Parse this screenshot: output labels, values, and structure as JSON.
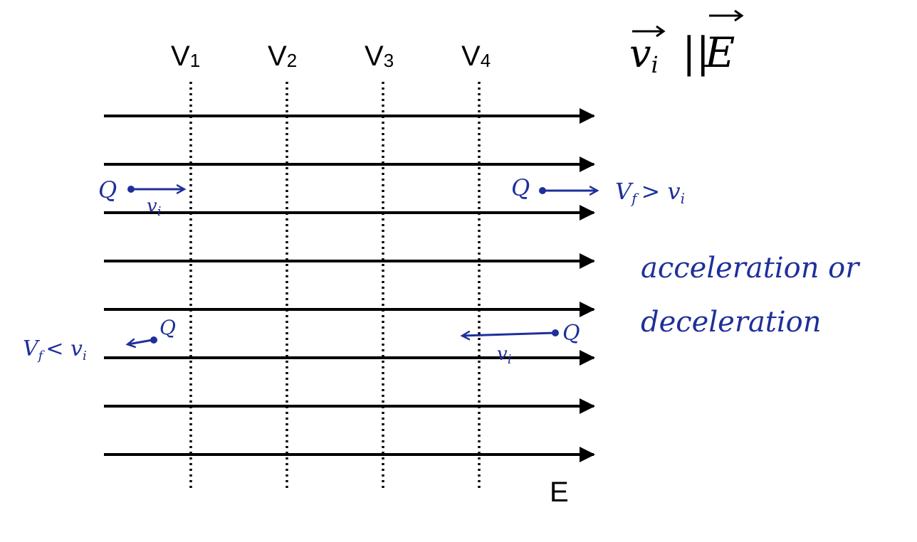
{
  "title_relation": {
    "v": "v",
    "sub": "i",
    "bars": "||",
    "E": "E"
  },
  "potentials": [
    {
      "main": "V",
      "sub": "1"
    },
    {
      "main": "V",
      "sub": "2"
    },
    {
      "main": "V",
      "sub": "3"
    },
    {
      "main": "V",
      "sub": "4"
    }
  ],
  "field_label": "E",
  "field_line_count": 8,
  "annotations": {
    "charge_symbol": "Q",
    "vi_label": "v",
    "vi_sub": "i",
    "top_right_result": "V",
    "top_right_result_sub": "f",
    "top_right_relation": "> v",
    "top_right_relation_sub": "i",
    "bottom_left_result": "V",
    "bottom_left_result_sub": "f",
    "bottom_left_relation": "< v",
    "bottom_left_relation_sub": "i",
    "line1": "acceleration or",
    "line2": "deceleration"
  },
  "colors": {
    "ink": "#000000",
    "pen": "#1f2f9a"
  }
}
